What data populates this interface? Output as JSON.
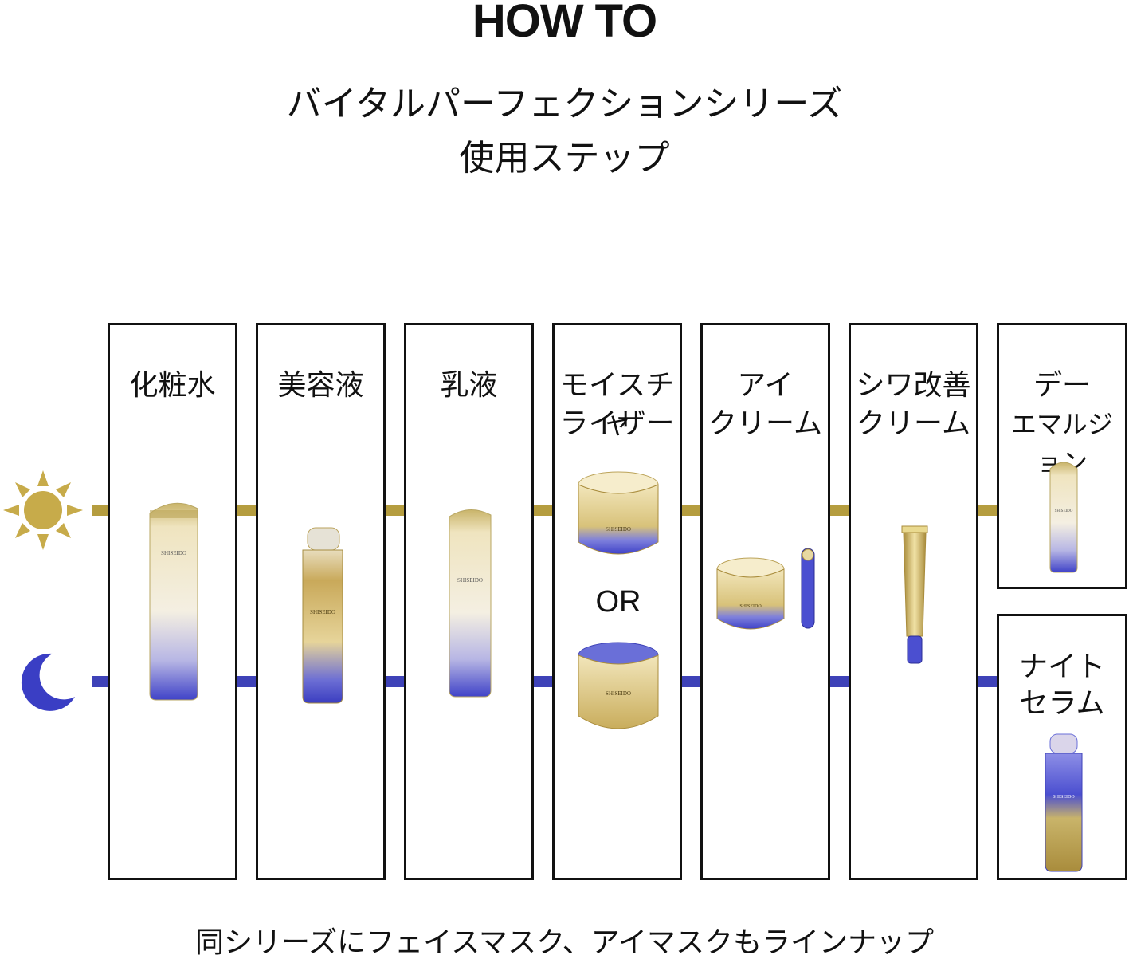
{
  "header": {
    "title": "HOW TO",
    "subtitle_line1": "バイタルパーフェクションシリーズ",
    "subtitle_line2": "使用ステップ"
  },
  "steps": [
    {
      "label_line1": "化粧水",
      "label_line2": ""
    },
    {
      "label_line1": "美容液",
      "label_line2": ""
    },
    {
      "label_line1": "乳液",
      "label_line2": ""
    },
    {
      "label_line1": "モイスチャ",
      "label_line2": "ライザー"
    },
    {
      "label_line1": "アイ",
      "label_line2": "クリーム"
    },
    {
      "label_line1": "シワ改善",
      "label_line2": "クリーム"
    },
    {
      "label_line1": "デー",
      "label_line2": "エマルジョン"
    },
    {
      "label_line1": "ナイト",
      "label_line2": "セラム"
    }
  ],
  "or_label": "OR",
  "icons": {
    "day": "sun-icon",
    "night": "moon-icon"
  },
  "colors": {
    "day_line": "#b59d3f",
    "night_line": "#3e42b8",
    "gold": "#d8c27a",
    "violet": "#4b4fd0"
  },
  "footer": "同シリーズにフェイスマスク、アイマスクもラインナップ"
}
